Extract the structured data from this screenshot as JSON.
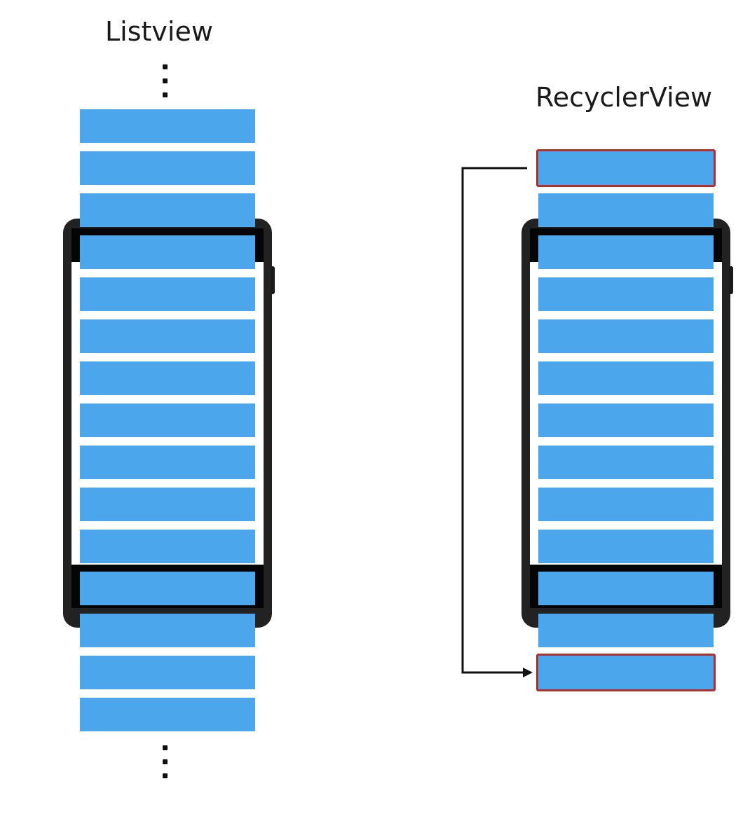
{
  "listview": {
    "title": "Listview",
    "row_count": 15
  },
  "recyclerview": {
    "title": "RecyclerView",
    "row_count": 13,
    "recycled_rows": [
      "first",
      "last"
    ]
  },
  "colors": {
    "row": "#4ca6ec",
    "recycled_outline": "#b3302a",
    "phone_body": "#222222",
    "phone_bars": "#050505",
    "arrow": "#111111"
  }
}
